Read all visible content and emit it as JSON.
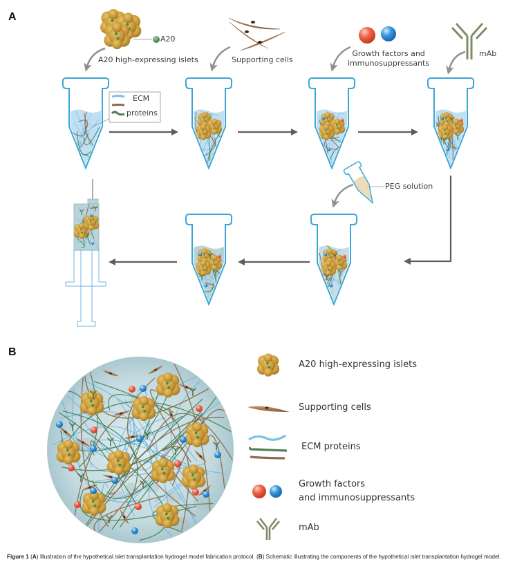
{
  "panel_a": {
    "letter": "A",
    "inputs": {
      "islets": "A20 high-expressing islets",
      "a20": "A20",
      "supporting": "Supporting cells",
      "growth_line1": "Growth factors and",
      "growth_line2": "immunosuppressants",
      "mab": "mAb",
      "peg": "PEG solution"
    },
    "ecm_box": {
      "line1": "ECM",
      "line2": "proteins"
    }
  },
  "panel_b": {
    "letter": "B",
    "legend": [
      {
        "icon": "islet-icon",
        "label": "A20 high-expressing islets"
      },
      {
        "icon": "supporting-cell-icon",
        "label": "Supporting cells"
      },
      {
        "icon": "ecm-fibers-icon",
        "label": "ECM proteins"
      },
      {
        "icon": "growth-factor-spheres-icon",
        "label": "Growth factors",
        "label2": "and immunosuppressants"
      },
      {
        "icon": "antibody-icon",
        "label": "mAb"
      }
    ]
  },
  "caption": {
    "figure_label": "Figure 1",
    "a_label": "A",
    "a_text": "Illustration of the hypothetical islet transplantation hydrogel model fabrication protocol.",
    "b_label": "B",
    "b_text": "Schematic illustrating the components of the hypothetical islet transplantation hydrogel model."
  },
  "colors": {
    "tube_outline": "#3aa6d6",
    "arrow": "#5b5d60",
    "curved_arrow": "#8f9092",
    "islet": "#c99a3a",
    "supporting_cell": "#a8744a",
    "ecm_blue": "#7cc0e6",
    "ecm_green": "#4e7e55",
    "ecm_brown": "#8a6a4e",
    "growth_red": "#e8553e",
    "growth_blue": "#2f8fd8",
    "mab": "#7f8b68",
    "hydrogel": "#b9d3d8",
    "peg": "#ecdcb8"
  }
}
